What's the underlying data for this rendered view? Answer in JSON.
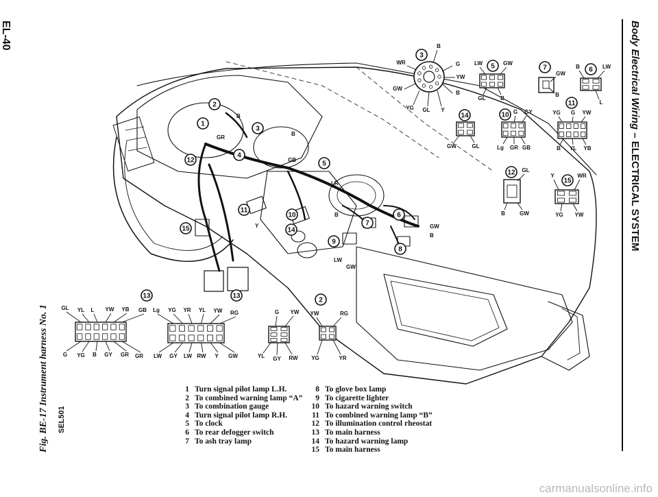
{
  "header": {
    "section": "Body Electrical Wiring",
    "separator": " – ",
    "system": "ELECTRICAL SYSTEM",
    "page_number": "EL-40"
  },
  "figure": {
    "code": "SEL501",
    "caption": "Fig. BE-17 Instrument harness No. 1"
  },
  "legend_left": [
    {
      "num": "1",
      "text": "Turn signal pilot lamp L.H."
    },
    {
      "num": "2",
      "text": "To combined warning lamp “A”"
    },
    {
      "num": "3",
      "text": "To combination gauge"
    },
    {
      "num": "4",
      "text": "Turn signal pilot lamp R.H."
    },
    {
      "num": "5",
      "text": "To clock"
    },
    {
      "num": "6",
      "text": "To rear defogger switch"
    },
    {
      "num": "7",
      "text": "To ash tray lamp"
    }
  ],
  "legend_right": [
    {
      "num": "8",
      "text": "To glove box lamp"
    },
    {
      "num": "9",
      "text": "To cigarette lighter"
    },
    {
      "num": "10",
      "text": "To hazard warning switch"
    },
    {
      "num": "11",
      "text": "To combined warning lamp “B”"
    },
    {
      "num": "12",
      "text": "To illumination control rheostat"
    },
    {
      "num": "13",
      "text": "To main harness"
    },
    {
      "num": "14",
      "text": "To hazard warning lamp"
    },
    {
      "num": "15",
      "text": "To main harness"
    }
  ],
  "connectors": {
    "c3": {
      "num": "3",
      "wires": [
        "B",
        "WR",
        "G",
        "YW",
        "GW",
        "B",
        "YG",
        "GL",
        "Y"
      ]
    },
    "c5": {
      "num": "5",
      "wires": [
        "LW",
        "GW",
        "GL",
        "B"
      ]
    },
    "c7": {
      "num": "7",
      "wires": [
        "GW",
        "B"
      ]
    },
    "c6": {
      "num": "6",
      "wires": [
        "B",
        "LW",
        "L"
      ]
    },
    "c14": {
      "num": "14",
      "wires": [
        "GW",
        "GL"
      ]
    },
    "c10": {
      "num": "10",
      "wires": [
        "G",
        "GY",
        "Lg",
        "GR",
        "GB"
      ]
    },
    "c11": {
      "num": "11",
      "wires": [
        "YG",
        "G",
        "YW",
        "B",
        "YL",
        "YB"
      ]
    },
    "c12": {
      "num": "12",
      "wires": [
        "GL",
        "B",
        "GW"
      ]
    },
    "c15": {
      "num": "15",
      "wires": [
        "Y",
        "WR",
        "YG",
        "YW"
      ]
    },
    "c13a": {
      "num": "13",
      "wires": [
        "GL",
        "YL",
        "L",
        "YW",
        "YB",
        "GB",
        "G",
        "YG",
        "B",
        "GY",
        "GR",
        "GR"
      ]
    },
    "c13b": {
      "num": "13",
      "wires": [
        "Lg",
        "YG",
        "YR",
        "YL",
        "YW",
        "RG",
        "LW",
        "GY",
        "LW",
        "RW",
        "Y",
        "GW"
      ]
    },
    "c2": {
      "num": "2",
      "wires": [
        "G",
        "YW",
        "YL",
        "GY",
        "RW"
      ]
    },
    "c2b": {
      "wires": [
        "YW",
        "RG",
        "YG",
        "YR"
      ]
    }
  },
  "callouts": {
    "dash": [
      "2",
      "1",
      "3",
      "4",
      "12",
      "11",
      "15",
      "10",
      "14",
      "5",
      "7",
      "6",
      "9",
      "8",
      "13",
      "13"
    ],
    "wires": [
      "GR",
      "B",
      "B",
      "GB",
      "LR",
      "B",
      "Y",
      "LW",
      "GW",
      "GW",
      "B"
    ]
  },
  "watermark": "carmanualsonline.info"
}
